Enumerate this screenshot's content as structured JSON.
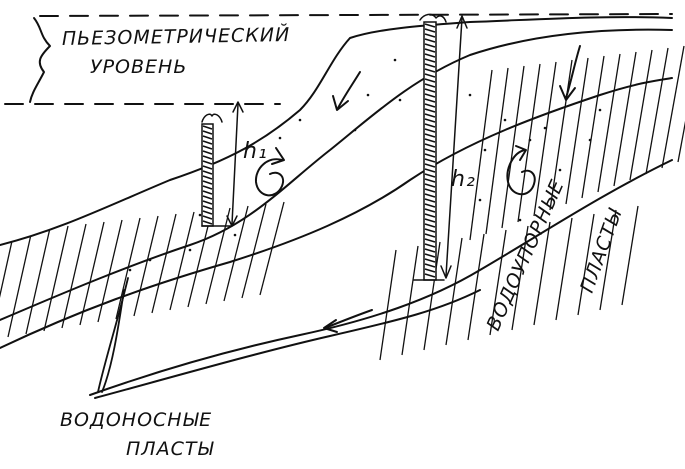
{
  "labels": {
    "piezometric_line1": "ПЬЕЗОМЕТРИЧЕСКИЙ",
    "piezometric_line2": "УРОВЕНЬ",
    "head_1": "h₁",
    "head_2": "h₂",
    "aquitards_line1": "ВОДОУПОРНЫЕ",
    "aquitards_line2": "ПЛАСТЫ",
    "aquifers_line1": "ВОДОНОСНЫЕ",
    "aquifers_line2": "ПЛАСТЫ"
  },
  "colors": {
    "ink": "#111111",
    "paper": "#ffffff"
  }
}
